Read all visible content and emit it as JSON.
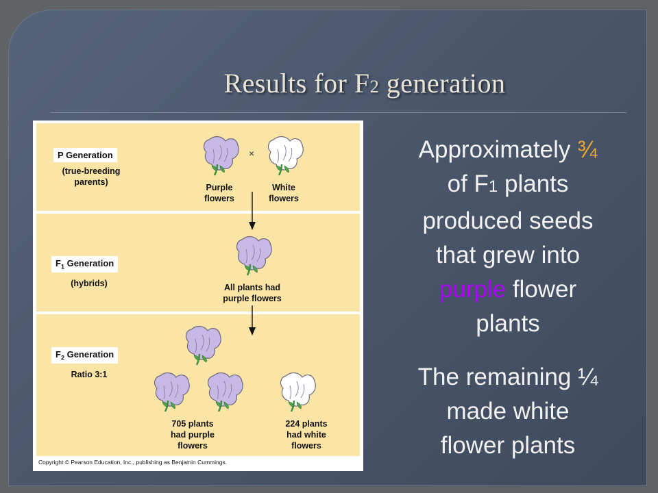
{
  "title": {
    "main": "Results for F",
    "sub": "2",
    "rest": " generation"
  },
  "colors": {
    "purple_flower": "#c7b8e6",
    "white_flower": "#ffffff",
    "panel": "#fbe5a6",
    "accent_fraction": "#f0aa2a",
    "purple_text": "#b000ff"
  },
  "diagram": {
    "p_generation": {
      "label": "P Generation",
      "note_line1": "(true-breeding",
      "note_line2": "parents)",
      "cross": "×",
      "purple_caption_1": "Purple",
      "purple_caption_2": "flowers",
      "white_caption_1": "White",
      "white_caption_2": "flowers"
    },
    "f1_generation": {
      "label_f": "F",
      "label_sub": "1",
      "label_rest": " Generation",
      "note": "(hybrids)",
      "caption_1": "All plants had",
      "caption_2": "purple flowers"
    },
    "f2_generation": {
      "label_f": "F",
      "label_sub": "2",
      "label_rest": " Generation",
      "note": "Ratio 3:1",
      "purple_caption_1": "705 plants",
      "purple_caption_2": "had purple",
      "purple_caption_3": "flowers",
      "white_caption_1": "224 plants",
      "white_caption_2": "had white",
      "white_caption_3": "flowers"
    },
    "copyright": "Copyright © Pearson Education, Inc., publishing as Benjamin Cummings."
  },
  "text": {
    "p1_l1_a": "Approximately ",
    "p1_l1_b": "¾",
    "p1_l2_a": "of F",
    "p1_l2_sub": "1",
    "p1_l2_b": " plants",
    "p1_l3": "produced seeds",
    "p1_l4": "that grew into",
    "p1_l5_a": "purple",
    "p1_l5_b": " flower",
    "p1_l6": "plants",
    "p2_l1": "The remaining ¼",
    "p2_l2": "made white",
    "p2_l3": "flower plants"
  }
}
